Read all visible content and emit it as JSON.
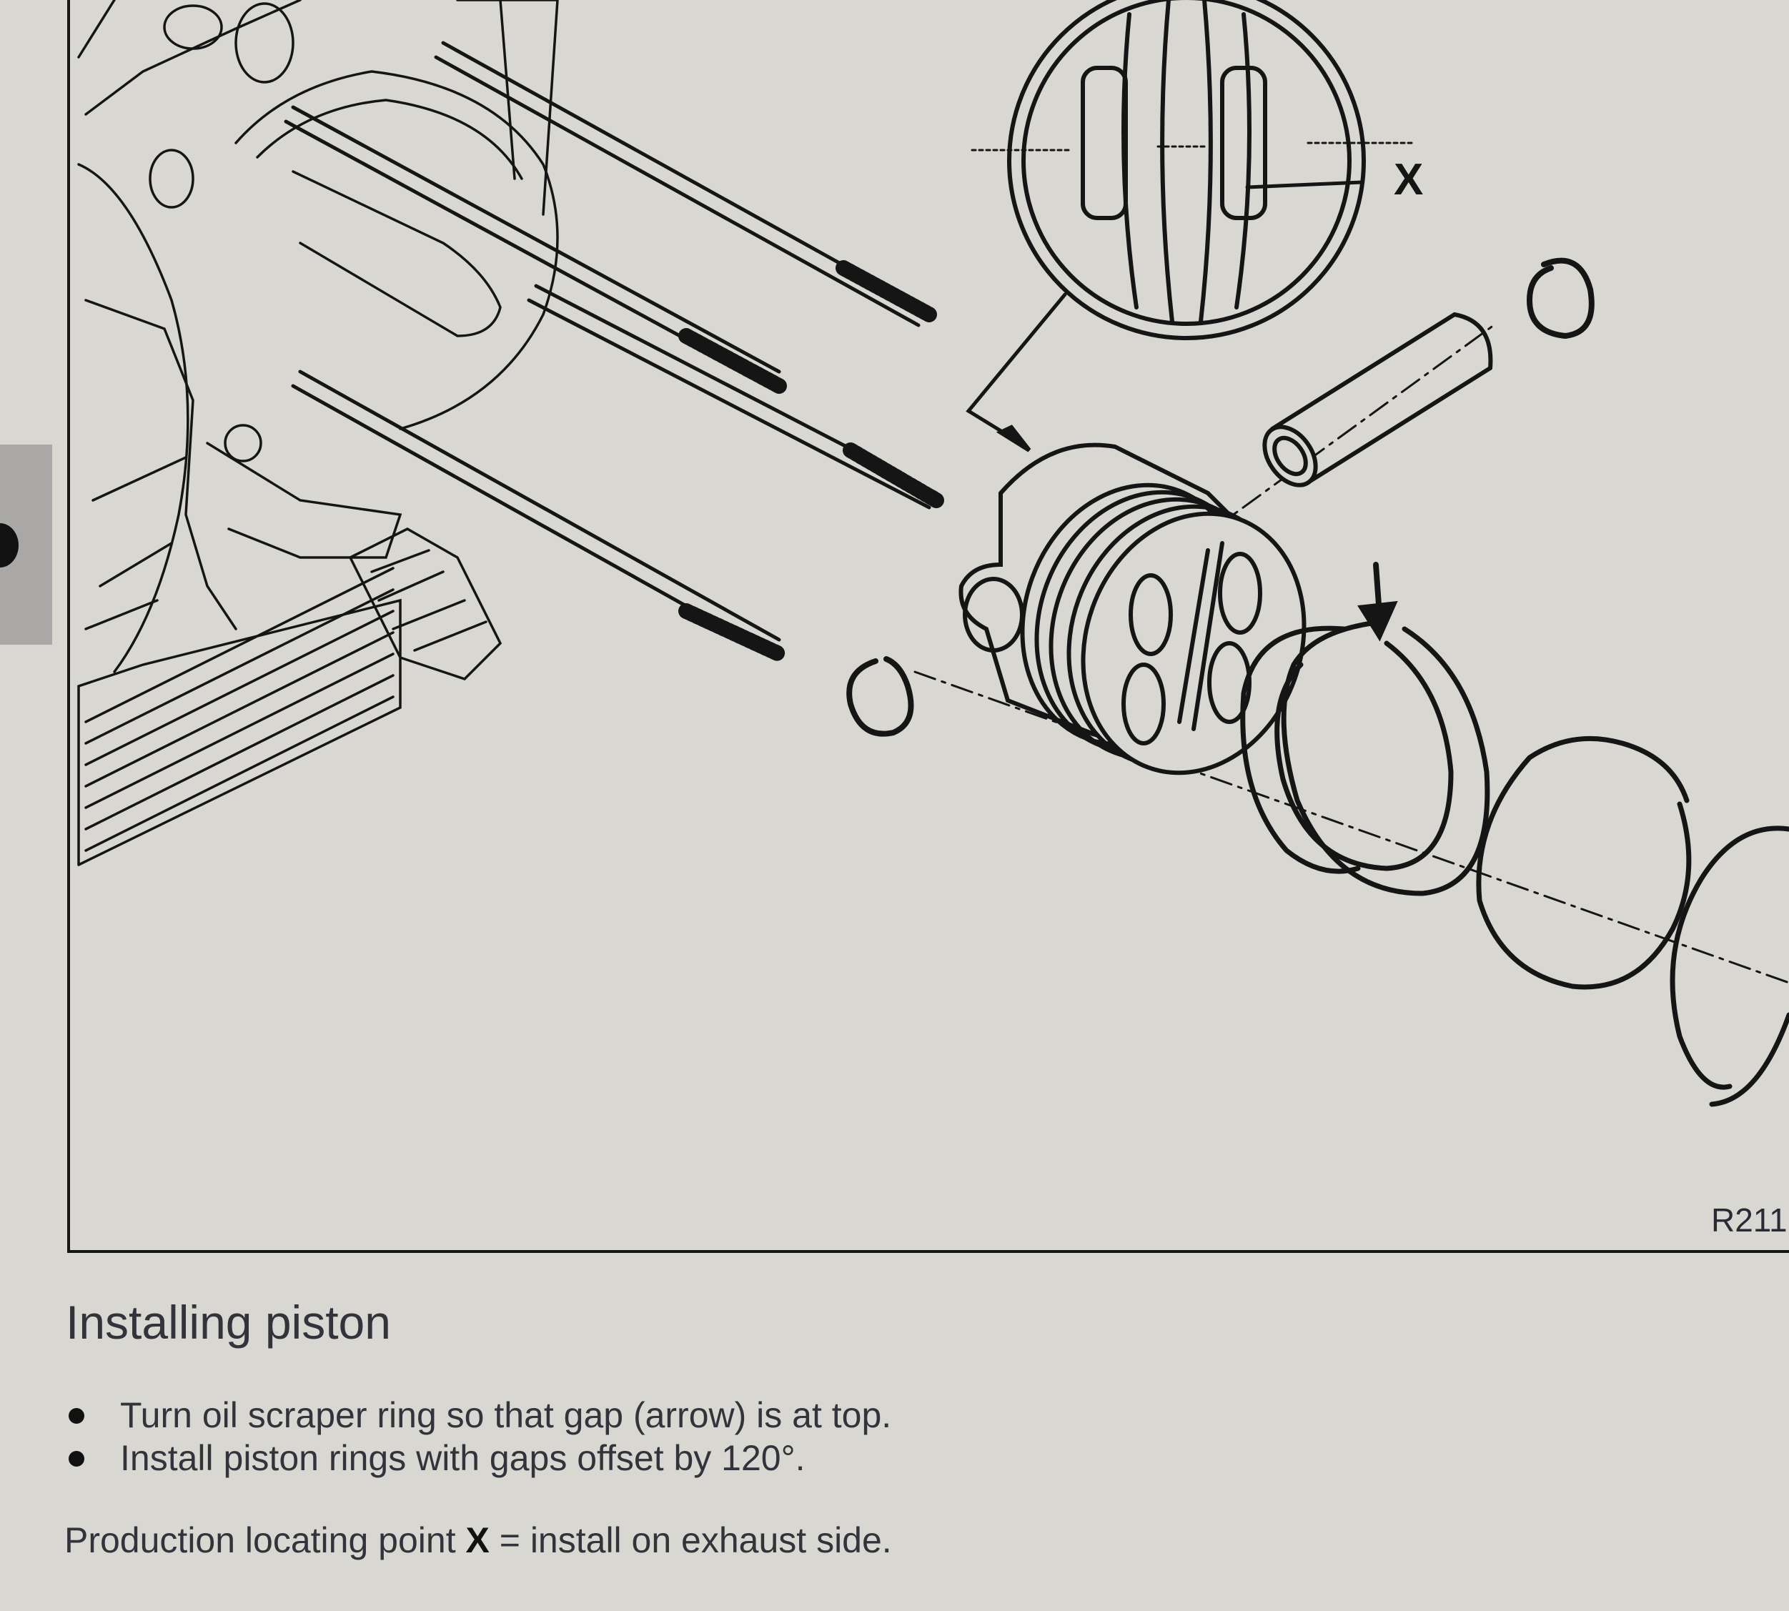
{
  "figure": {
    "reference": "R211",
    "callout_label": "X"
  },
  "section": {
    "heading": "Installing piston",
    "steps": [
      "Turn oil scraper ring so that gap (arrow) is at top.",
      "Install piston rings with gaps offset by 120°."
    ],
    "note_prefix": "Production locating point ",
    "note_key": "X",
    "note_suffix": " = install on exhaust side."
  }
}
